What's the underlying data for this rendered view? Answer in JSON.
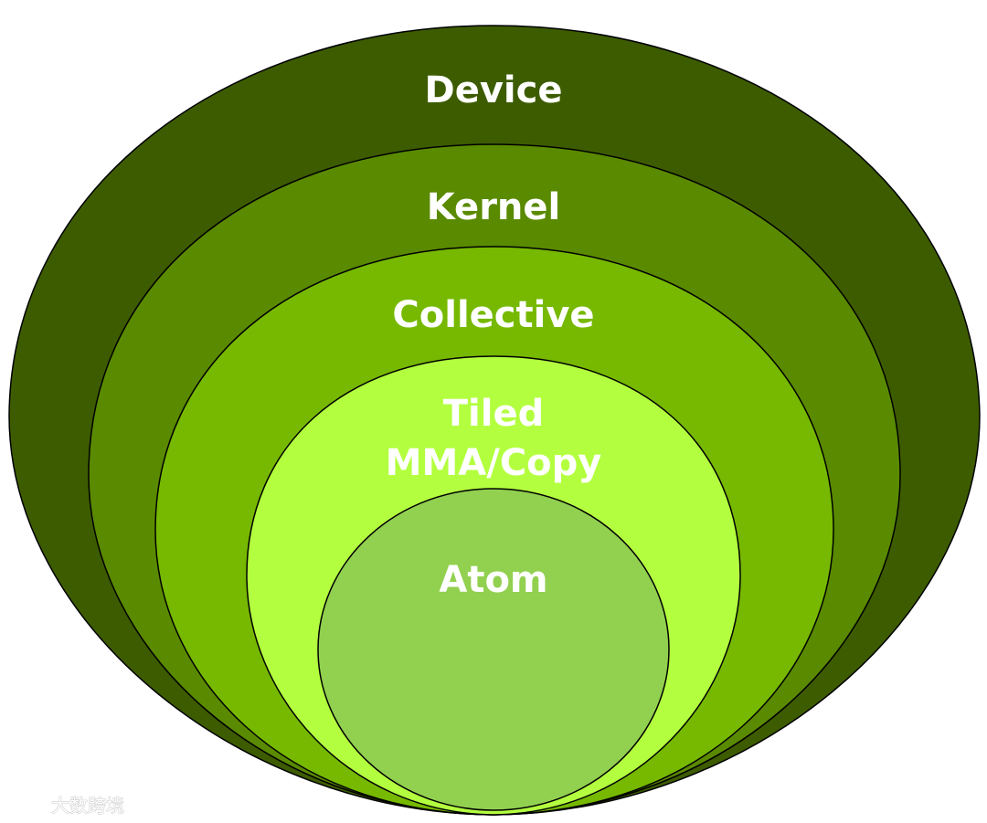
{
  "layers": [
    {
      "id": "device",
      "label": "Device",
      "color": "#3d5c00"
    },
    {
      "id": "kernel",
      "label": "Kernel",
      "color": "#5a8a00"
    },
    {
      "id": "collective",
      "label": "Collective",
      "color": "#76b900"
    },
    {
      "id": "tiled",
      "label_line1": "Tiled",
      "label_line2": "MMA/Copy",
      "color": "#b3ff3f"
    },
    {
      "id": "atom",
      "label": "Atom",
      "color": "#92d050"
    }
  ],
  "watermark": {
    "text": "大数跨境"
  },
  "colors": {
    "outline": "#000000",
    "label": "#ffffff"
  }
}
